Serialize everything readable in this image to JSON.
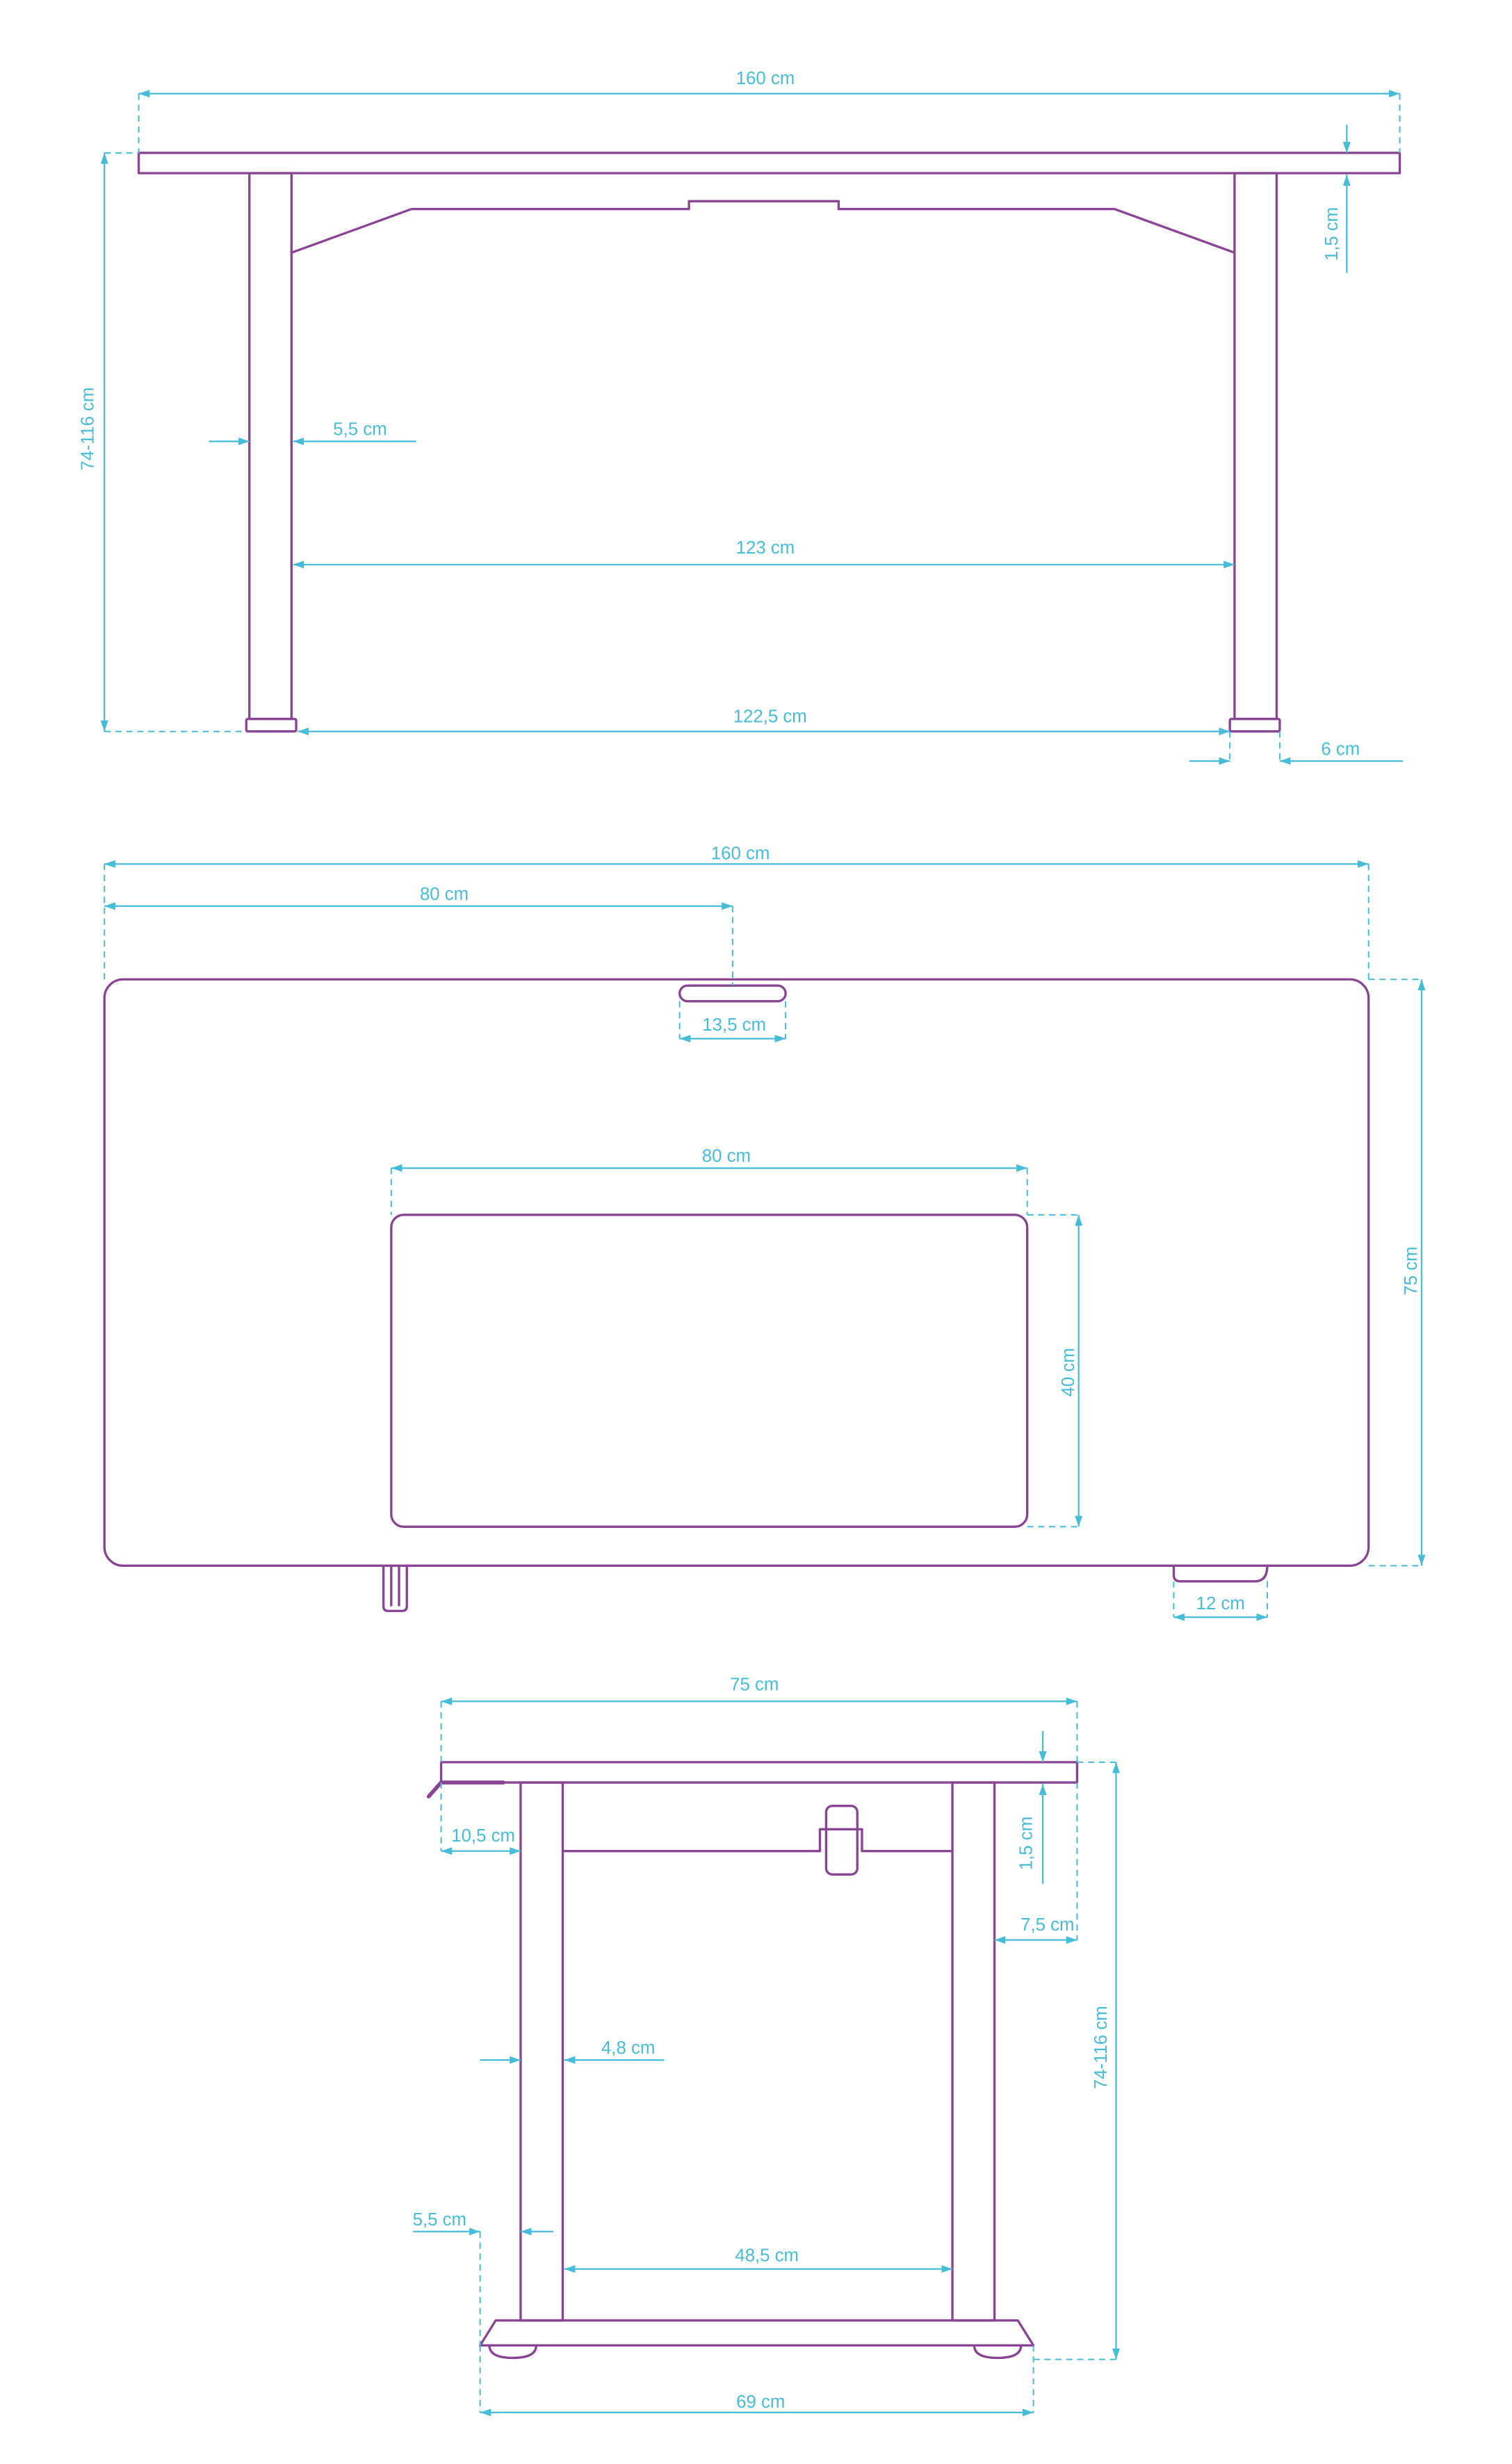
{
  "colors": {
    "outline": "#8a4494",
    "dimension": "#45bcd8"
  },
  "front_view": {
    "width": "160 cm",
    "top_thickness": "1,5 cm",
    "height": "74-116 cm",
    "leg_width": "5,5 cm",
    "inner_width": "123 cm",
    "foot_spacing": "122,5 cm",
    "foot_width": "6 cm"
  },
  "top_view": {
    "width": "160 cm",
    "half_width": "80 cm",
    "slot_width": "13,5 cm",
    "pad_width": "80 cm",
    "pad_depth": "40 cm",
    "depth": "75 cm",
    "foot_width": "12 cm"
  },
  "side_view": {
    "depth": "75 cm",
    "top_thickness": "1,5 cm",
    "front_offset": "10,5 cm",
    "back_offset": "7,5 cm",
    "height": "74-116 cm",
    "leg_width": "4,8 cm",
    "base_offset": "5,5 cm",
    "leg_spacing": "48,5 cm",
    "base_length": "69 cm"
  }
}
